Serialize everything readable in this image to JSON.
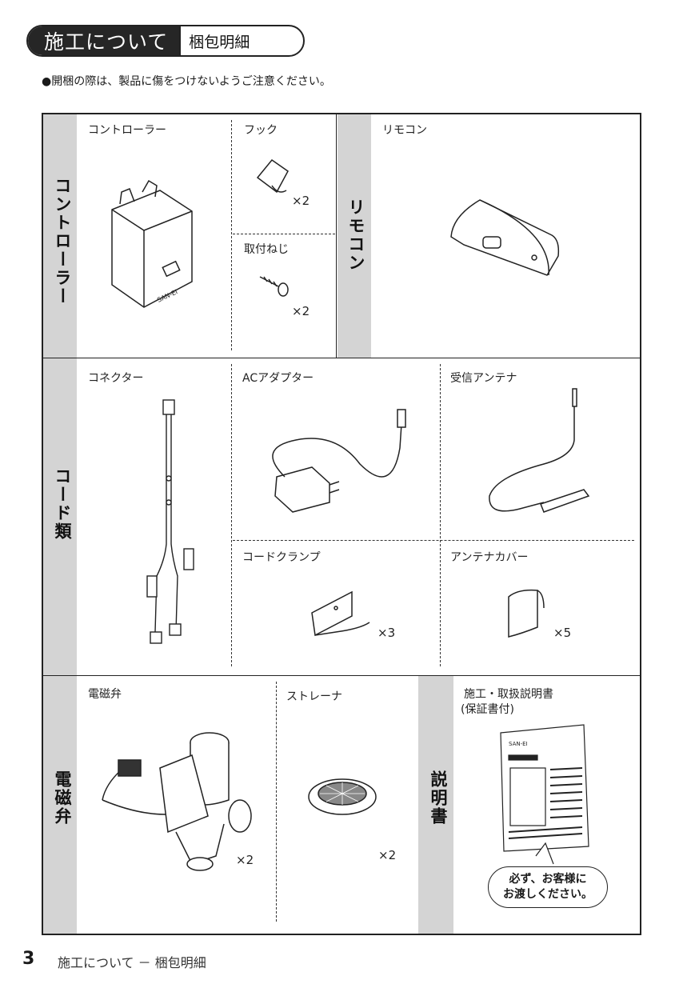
{
  "header": {
    "section_title": "施工について",
    "subtitle": "梱包明細"
  },
  "note": "●開梱の際は、製品に傷をつけないようご注意ください。",
  "sections": {
    "controller": {
      "band_label": "コントローラー",
      "items": [
        {
          "label": "コントローラー"
        },
        {
          "label": "フック",
          "qty": "×2"
        },
        {
          "label": "取付ねじ",
          "qty": "×2"
        }
      ]
    },
    "remote": {
      "band_label": "リモコン",
      "items": [
        {
          "label": "リモコン"
        }
      ]
    },
    "cords": {
      "band_label": "コード類",
      "items": [
        {
          "label": "コネクター"
        },
        {
          "label": "ACアダプター"
        },
        {
          "label": "受信アンテナ"
        },
        {
          "label": "コードクランプ",
          "qty": "×3"
        },
        {
          "label": "アンテナカバー",
          "qty": "×5"
        }
      ]
    },
    "valve": {
      "band_label": "電磁弁",
      "items": [
        {
          "label": "電磁弁",
          "qty": "×2"
        },
        {
          "label": "ストレーナ",
          "qty": "×2"
        }
      ]
    },
    "manual": {
      "band_label": "説明書",
      "title_line1": "施工・取扱説明書",
      "title_line2": "(保証書付)",
      "callout_line1": "必ず、お客様に",
      "callout_line2": "お渡しください。"
    }
  },
  "footer": {
    "page_number": "3",
    "text": "施工について － 梱包明細"
  }
}
